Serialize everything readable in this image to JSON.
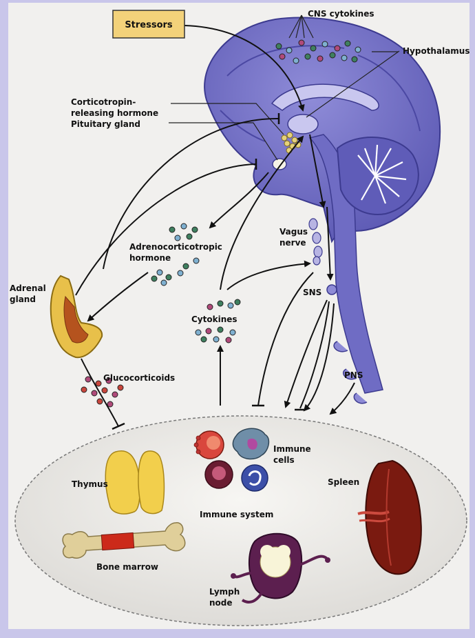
{
  "labels": {
    "stressors": "Stressors",
    "cns_cytokines": "CNS cytokines",
    "hypothalamus": "Hypothalamus",
    "crh_line1": "Corticotropin-",
    "crh_line2": "releasing hormone",
    "pituitary": "Pituitary gland",
    "acth_line1": "Adrenocorticotropic",
    "acth_line2": "hormone",
    "adrenal_line1": "Adrenal",
    "adrenal_line2": "gland",
    "vagus_line1": "Vagus",
    "vagus_line2": "nerve",
    "sns": "SNS",
    "cytokines": "Cytokines",
    "glucocorticoids": "Glucocorticoids",
    "pns": "PNS",
    "immune_cells_line1": "Immune",
    "immune_cells_line2": "cells",
    "thymus": "Thymus",
    "spleen": "Spleen",
    "immune_system": "Immune system",
    "bone_marrow": "Bone marrow",
    "lymph_line1": "Lymph",
    "lymph_line2": "node"
  },
  "colors": {
    "page_border": "#c9c6ea",
    "panel": "#f1f0ee",
    "brain": "#6f6cc4",
    "brain_dark": "#3c3a8f",
    "stressor_box": "#f3d27a",
    "adrenal": "#e8c04a",
    "thymus": "#f2cf4c",
    "spleen": "#7a1a10",
    "bone": "#e0cf9a",
    "marrow": "#cc2a1a"
  }
}
